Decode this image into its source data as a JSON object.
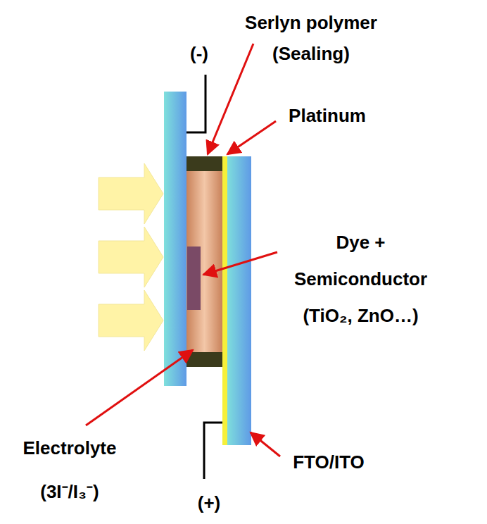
{
  "diagram": {
    "labels": [
      "(-)",
      "Serlyn polymer (Sealing)",
      "Platinum",
      "Dye + Semiconductor (TiO₂, ZnO…)",
      "Electrolyte (3I⁻/I₃⁻)",
      "(+)",
      "FTO/ITO"
    ]
  }
}
